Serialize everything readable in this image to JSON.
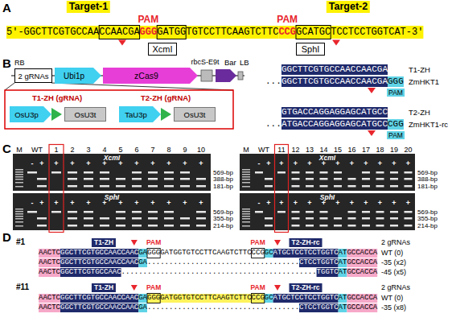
{
  "diagram": {
    "nodes": [
      {
        "text": [
          "XcmI"
        ]
      },
      {
        "text": [
          "SphI"
        ]
      },
      {
        "text": [
          "2 gRNAs"
        ]
      },
      {
        "text": [
          "Ubi1p"
        ]
      },
      {
        "text": [
          "zCas9"
        ]
      },
      {
        "text": [
          "OsU3p"
        ]
      },
      {
        "text": [
          "OsU3t"
        ]
      },
      {
        "text": [
          "TaU3p"
        ]
      },
      {
        "text": [
          "OsU3t"
        ]
      }
    ],
    "labels": [
      "A",
      "Target-1",
      "PAM",
      "PAM",
      "Target-2",
      "5'-GGCTTCGTGCCAACCAACGA",
      "GGG",
      "GATGGTGTCCTTCAAGTCTTC",
      "CCG",
      "GCATGCTCCTCCTGGTCAT-3'",
      "B",
      "RB",
      "rbcS-E9t",
      "Bar",
      "LB",
      "T1-ZH (gRNA)",
      "T2-ZH (gRNA)",
      "GGCTTCGTGCCAACCAACGA",
      "T1-ZH",
      "...",
      "GGCTTCGTGCCAACCAACGA",
      "GGG",
      "ZmHKT1",
      "PAM",
      "GTGACCAGGAGGAGCATGCC",
      "T2-ZH",
      "...",
      "ATGACCAGGAGGAGCATGCC",
      "CGG",
      "ZmHKT1-rc",
      "PAM",
      "C",
      "M",
      "WT",
      "1",
      "2",
      "3",
      "4",
      "5",
      "6",
      "7",
      "8",
      "9",
      "10",
      "XcmI",
      "-",
      "+",
      "+",
      "+",
      "+",
      "+",
      "+",
      "+",
      "+",
      "+",
      "+",
      "+",
      "569-bp",
      "388-bp",
      "181-bp",
      "SphI",
      "-",
      "+",
      "+",
      "+",
      "+",
      "+",
      "+",
      "+",
      "+",
      "+",
      "+",
      "+",
      "569-bp",
      "355-bp",
      "214-bp",
      "M",
      "WT",
      "11",
      "12",
      "13",
      "14",
      "15",
      "16",
      "17",
      "18",
      "19",
      "20",
      "XcmI",
      "-",
      "+",
      "+",
      "+",
      "+",
      "+",
      "+",
      "+",
      "+",
      "+",
      "+",
      "+",
      "569-bp",
      "388-bp",
      "181-bp",
      "SphI",
      "-",
      "+",
      "+",
      "+",
      "+",
      "+",
      "+",
      "+",
      "+",
      "+",
      "+",
      "+",
      "569-bp",
      "355-bp",
      "214-bp",
      "D",
      "#1",
      "T1-ZH",
      "PAM",
      "PAM",
      "T2-ZH-rc",
      "2 gRNAs",
      "AACTC",
      "GGCTTCGTGCCAACCAAC",
      "GA",
      "GGGGATGGTGTCCTTCAAGTCTTCCCG",
      "GC",
      "ATGCTCCTCCTGGTC",
      "AT",
      "GCCACCA",
      "WT (0)",
      "AACTC",
      "GGCTTCGTGCCAACCAAC",
      "GA",
      "...................................",
      "CTCCTGGTC",
      "AT",
      "GCCACCA",
      "-35 (x2)",
      "AACTC",
      "GGCTTCGTGCCAAC",
      ".............................................",
      "TGGTC",
      "AT",
      "GCCACCA",
      "-45 (x5)",
      "#11",
      "T1-ZH",
      "PAM",
      "PAM",
      "T2-ZH-rc",
      "2 gRNAs",
      "AACTC",
      "GGCTTCGTGCCAACCAAC",
      "GA",
      "GGGGATGGTGTCCTTCAAGTCTTCCCG",
      "GC",
      "ATGCTCCTCCTGGTC",
      "AT",
      "GCCACCA",
      "WT (0)",
      "AACTC",
      "GGCTTCGTGCCAACCAAC",
      "GA",
      "...................................",
      "CTCCTGGTC",
      "AT",
      "GCCACCA",
      "-35 (x8)"
    ]
  }
}
